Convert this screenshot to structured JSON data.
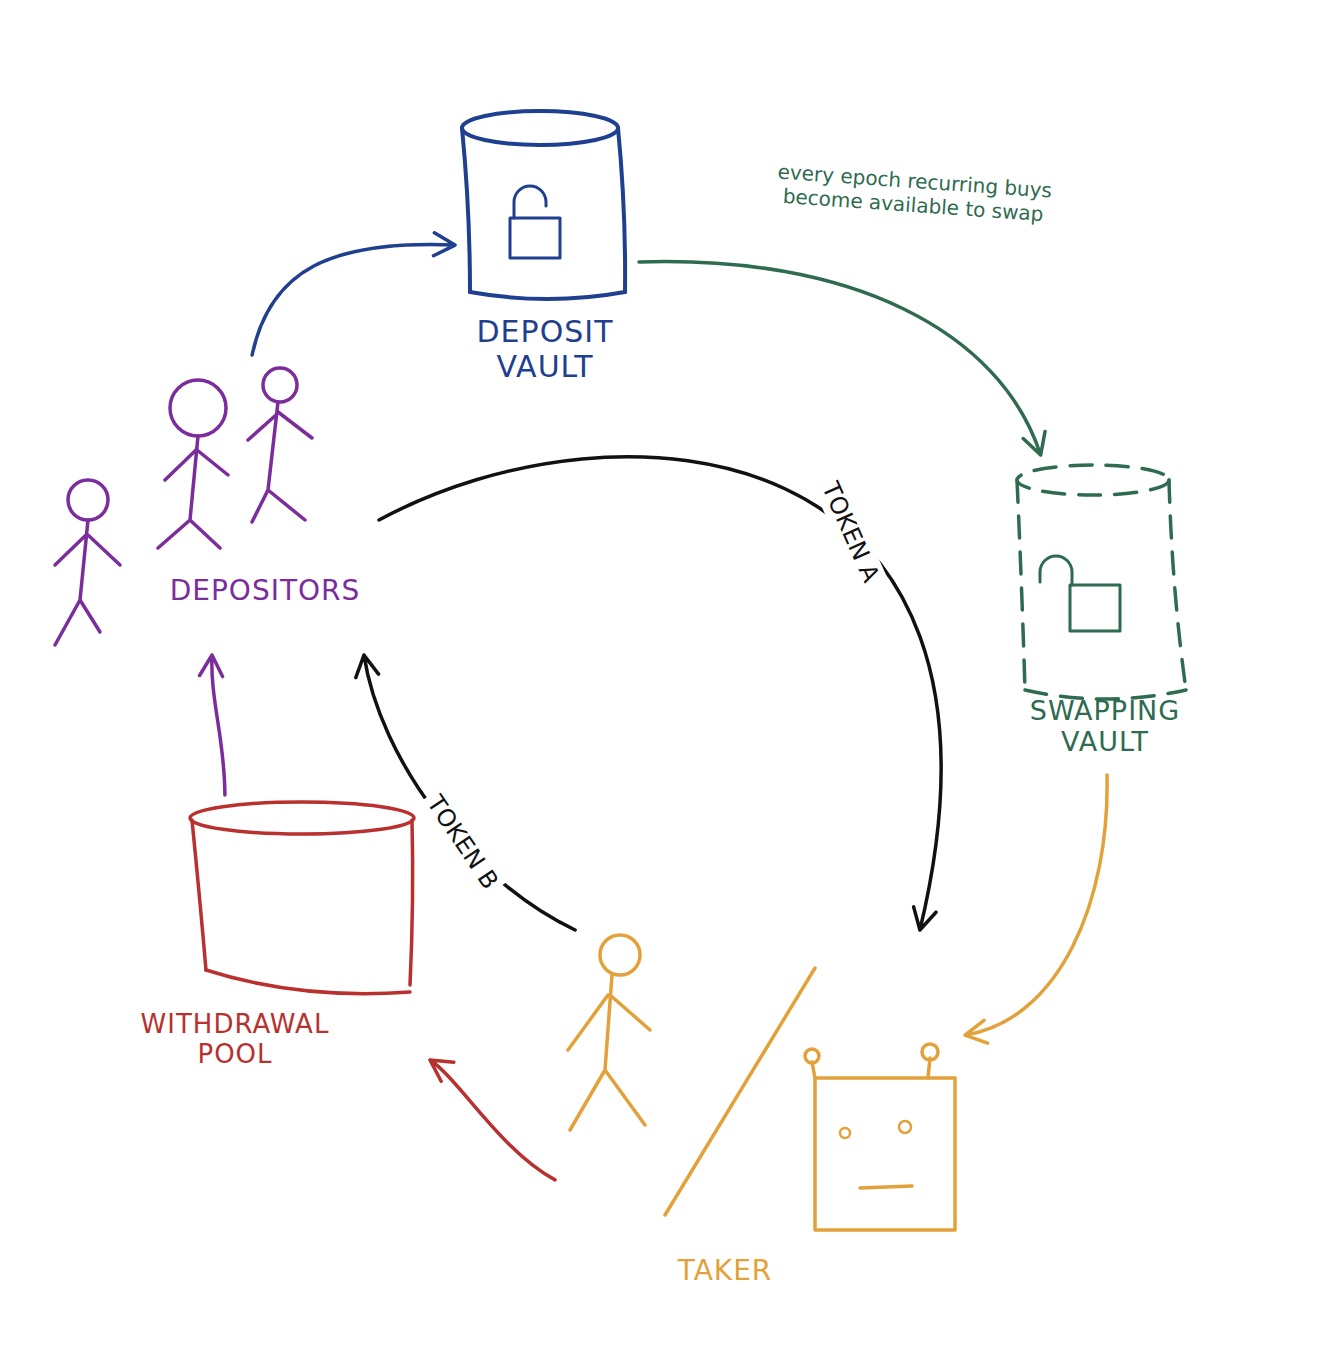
{
  "diagram": {
    "nodes": [
      {
        "text": [
          "DEPOSIT VAULT"
        ]
      },
      {
        "text": [
          "DEPOSITORS"
        ]
      },
      {
        "text": [
          "SWAPPING VAULT"
        ]
      },
      {
        "text": [
          "WITHDRAWAL POOL"
        ]
      },
      {
        "text": [
          "TAKER"
        ]
      }
    ],
    "edges": [
      {
        "from": 1,
        "to": 0,
        "arrow": "to"
      },
      {
        "from": 0,
        "to": 2,
        "arrow": "to",
        "label": "every epoch recurring buys become available to swap"
      },
      {
        "from": 2,
        "to": 4,
        "arrow": "to"
      },
      {
        "from": 1,
        "to": 4,
        "arrow": "to",
        "label": "TOKEN A"
      },
      {
        "from": 4,
        "to": 1,
        "arrow": "to",
        "label": "TOKEN B"
      },
      {
        "from": 4,
        "to": 3,
        "arrow": "to"
      },
      {
        "from": 3,
        "to": 1,
        "arrow": "to"
      }
    ]
  }
}
